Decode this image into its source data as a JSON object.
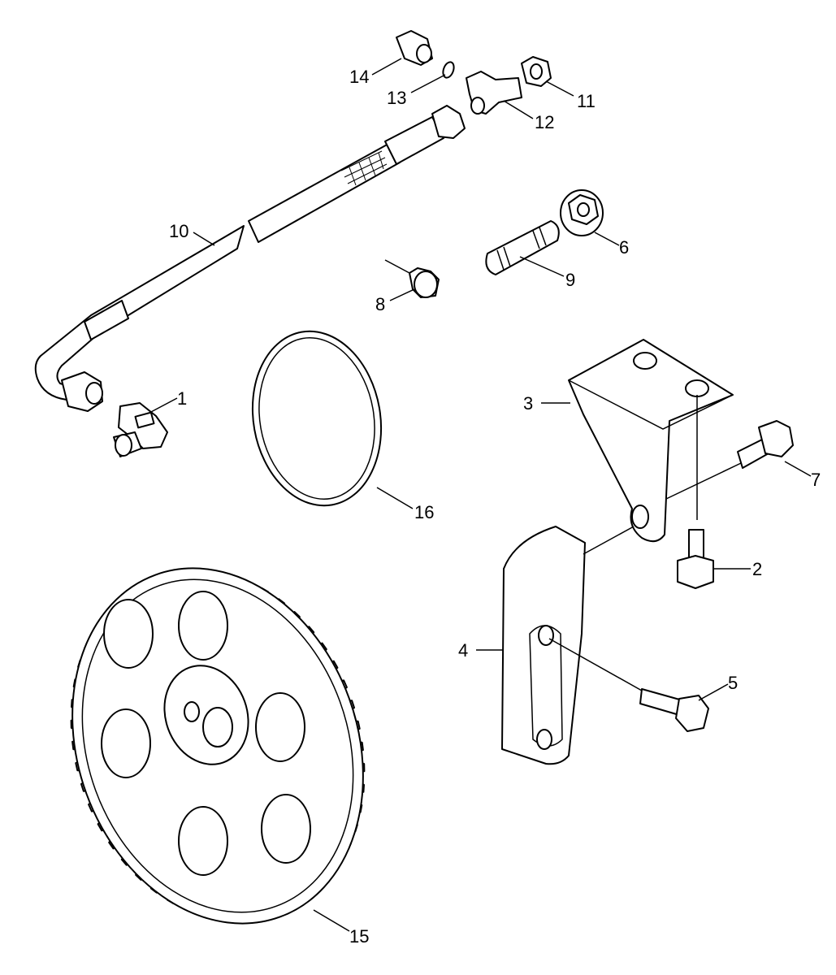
{
  "callouts": [
    {
      "id": "1",
      "text": "1"
    },
    {
      "id": "2",
      "text": "2"
    },
    {
      "id": "3",
      "text": "3"
    },
    {
      "id": "4",
      "text": "4"
    },
    {
      "id": "5",
      "text": "5"
    },
    {
      "id": "6",
      "text": "6"
    },
    {
      "id": "7",
      "text": "7"
    },
    {
      "id": "8",
      "text": "8"
    },
    {
      "id": "9",
      "text": "9"
    },
    {
      "id": "10",
      "text": "10"
    },
    {
      "id": "11",
      "text": "11"
    },
    {
      "id": "12",
      "text": "12"
    },
    {
      "id": "13",
      "text": "13"
    },
    {
      "id": "14",
      "text": "14"
    },
    {
      "id": "15",
      "text": "15"
    },
    {
      "id": "16",
      "text": "16"
    }
  ],
  "gear": {
    "teeth": 52
  }
}
